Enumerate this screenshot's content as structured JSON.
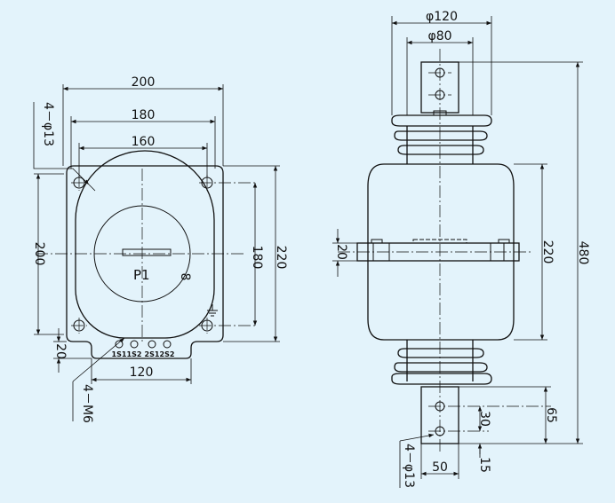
{
  "colors": {
    "background": "#e3f3fb",
    "line": "#111111"
  },
  "front_view": {
    "dim_200_top": "200",
    "dim_180_top": "180",
    "dim_160_top": "160",
    "hole_callout": "4－φ13",
    "dim_200_left": "200",
    "dim_180_right": "180",
    "dim_220_right": "220",
    "dim_20_bottom": "20",
    "dim_120_bottom": "120",
    "thread_callout": "4－M6",
    "primary_label": "P1",
    "dim_8": "8",
    "terminals": [
      "1S1",
      "1S2",
      "2S1",
      "2S2"
    ],
    "ground_symbol": "ground-icon"
  },
  "side_view": {
    "dim_phi120": "φ120",
    "dim_phi80": "φ80",
    "dim_20_left": "20",
    "dim_220": "220",
    "dim_480": "480",
    "dim_30": "30",
    "dim_65": "65",
    "dim_50": "50",
    "dim_15": "15",
    "hole_callout": "4－φ13"
  }
}
